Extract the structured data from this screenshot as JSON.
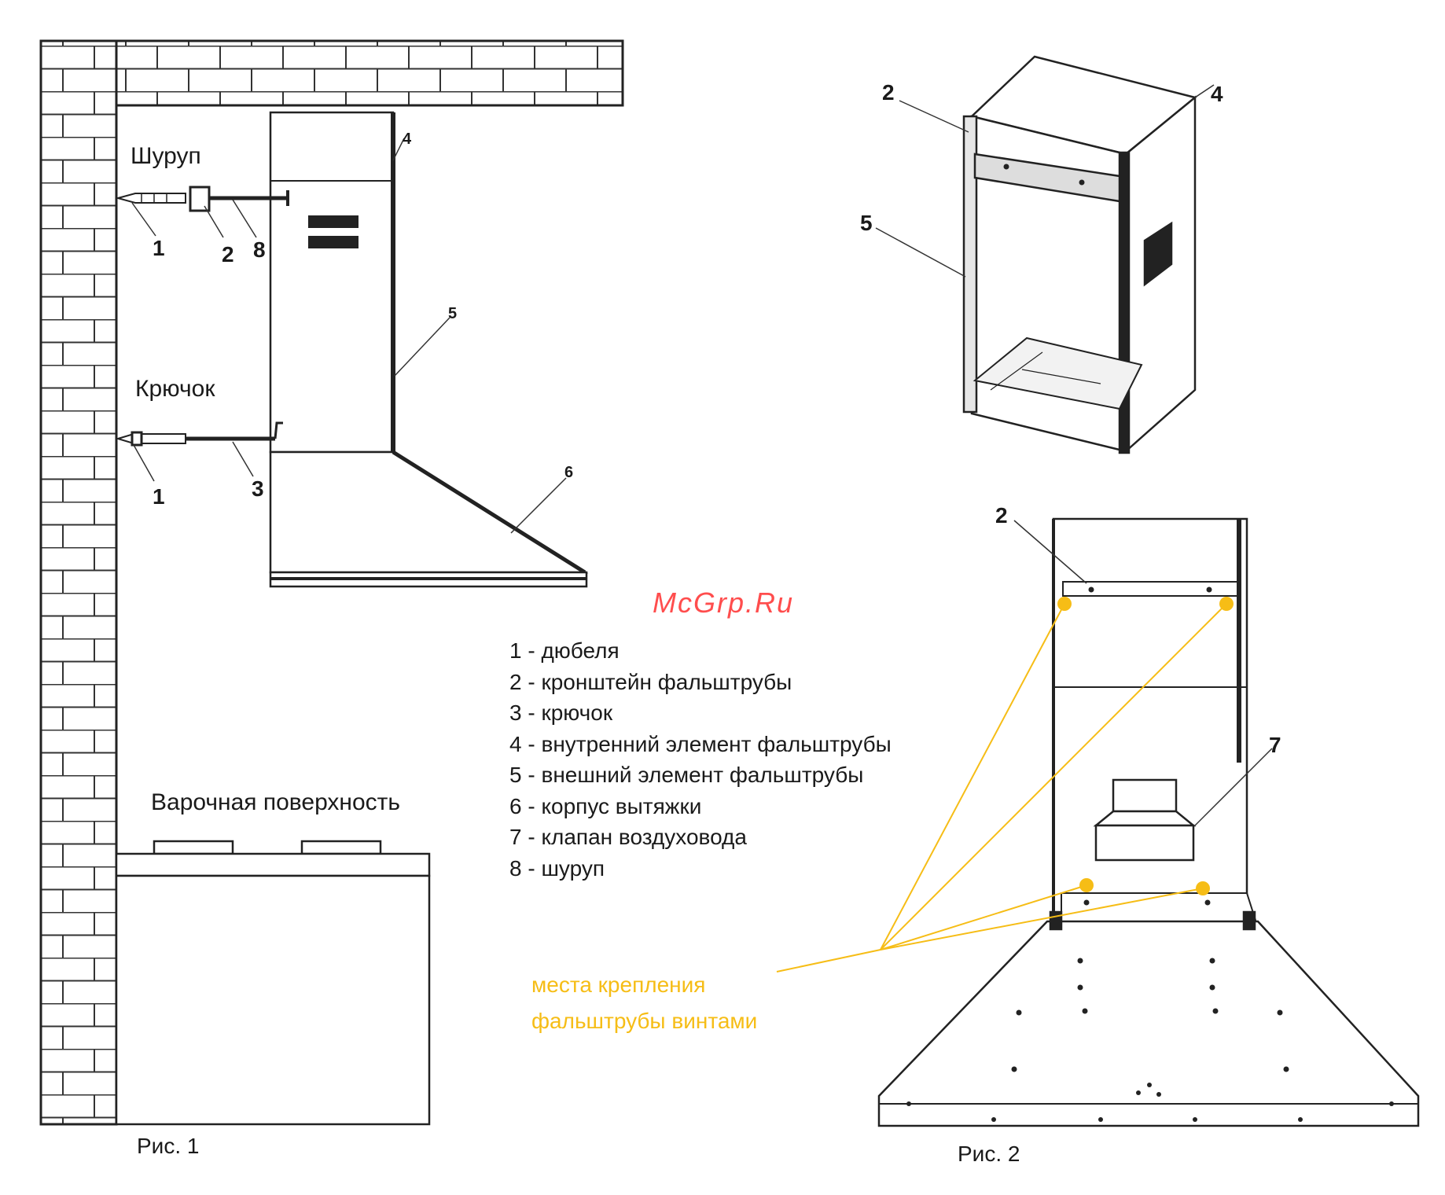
{
  "fig1": {
    "label_screw": "Шуруп",
    "label_hook": "Крючок",
    "label_hob": "Варочная поверхность",
    "caption": "Рис. 1",
    "callouts": [
      "1",
      "2",
      "8",
      "1",
      "3",
      "4",
      "5",
      "6"
    ]
  },
  "fig2": {
    "caption": "Рис. 2",
    "callouts_top": [
      "2",
      "4",
      "5"
    ],
    "callouts_bottom": [
      "2",
      "7"
    ]
  },
  "legend": [
    "1 - дюбеля",
    "2 - кронштейн фальштрубы",
    "3 - крючок",
    "4 - внутренний элемент фальштрубы",
    "5 - внешний элемент фальштрубы",
    "6 - корпус вытяжки",
    "7 - клапан воздуховода",
    "8 - шуруп"
  ],
  "note": {
    "line1": "места крепления",
    "line2": "фальштрубы винтами"
  },
  "watermark": "McGrp.Ru",
  "colors": {
    "accent": "#f6bd16",
    "watermark": "#ff4d4d",
    "ink": "#1a1a1a"
  }
}
